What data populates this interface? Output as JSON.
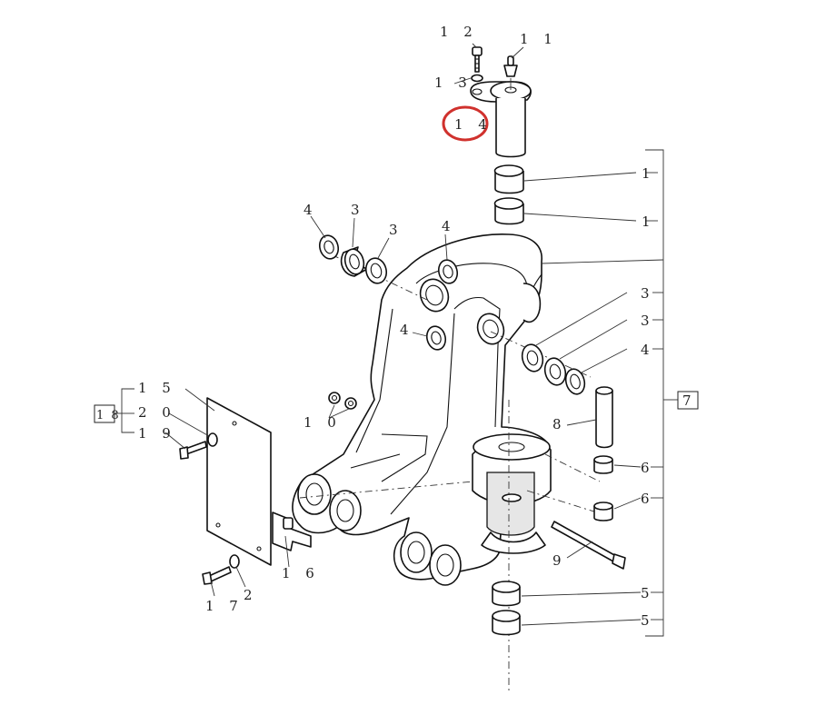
{
  "callouts": {
    "c12": "1 2",
    "c11": "1 1",
    "c13": "1 3",
    "c14": "1 4",
    "r1a": "1",
    "r1b": "1",
    "r3a": "3",
    "r3b": "3",
    "r4": "4",
    "r6a": "6",
    "r6b": "6",
    "r5a": "5",
    "r5b": "5",
    "l4a": "4",
    "l3a": "3",
    "l3b": "3",
    "l4b": "4",
    "l4c": "4",
    "c8": "8",
    "c9": "9",
    "c10": "1 0",
    "c15": "1 5",
    "c20": "2 0",
    "c19": "1 9",
    "c16": "1 6",
    "c17": "1 7",
    "c2": "2"
  },
  "assembly_boxes": {
    "right": "7",
    "left": "1 8"
  },
  "highlight": {
    "target": "1 4",
    "color": "#d0312d"
  }
}
